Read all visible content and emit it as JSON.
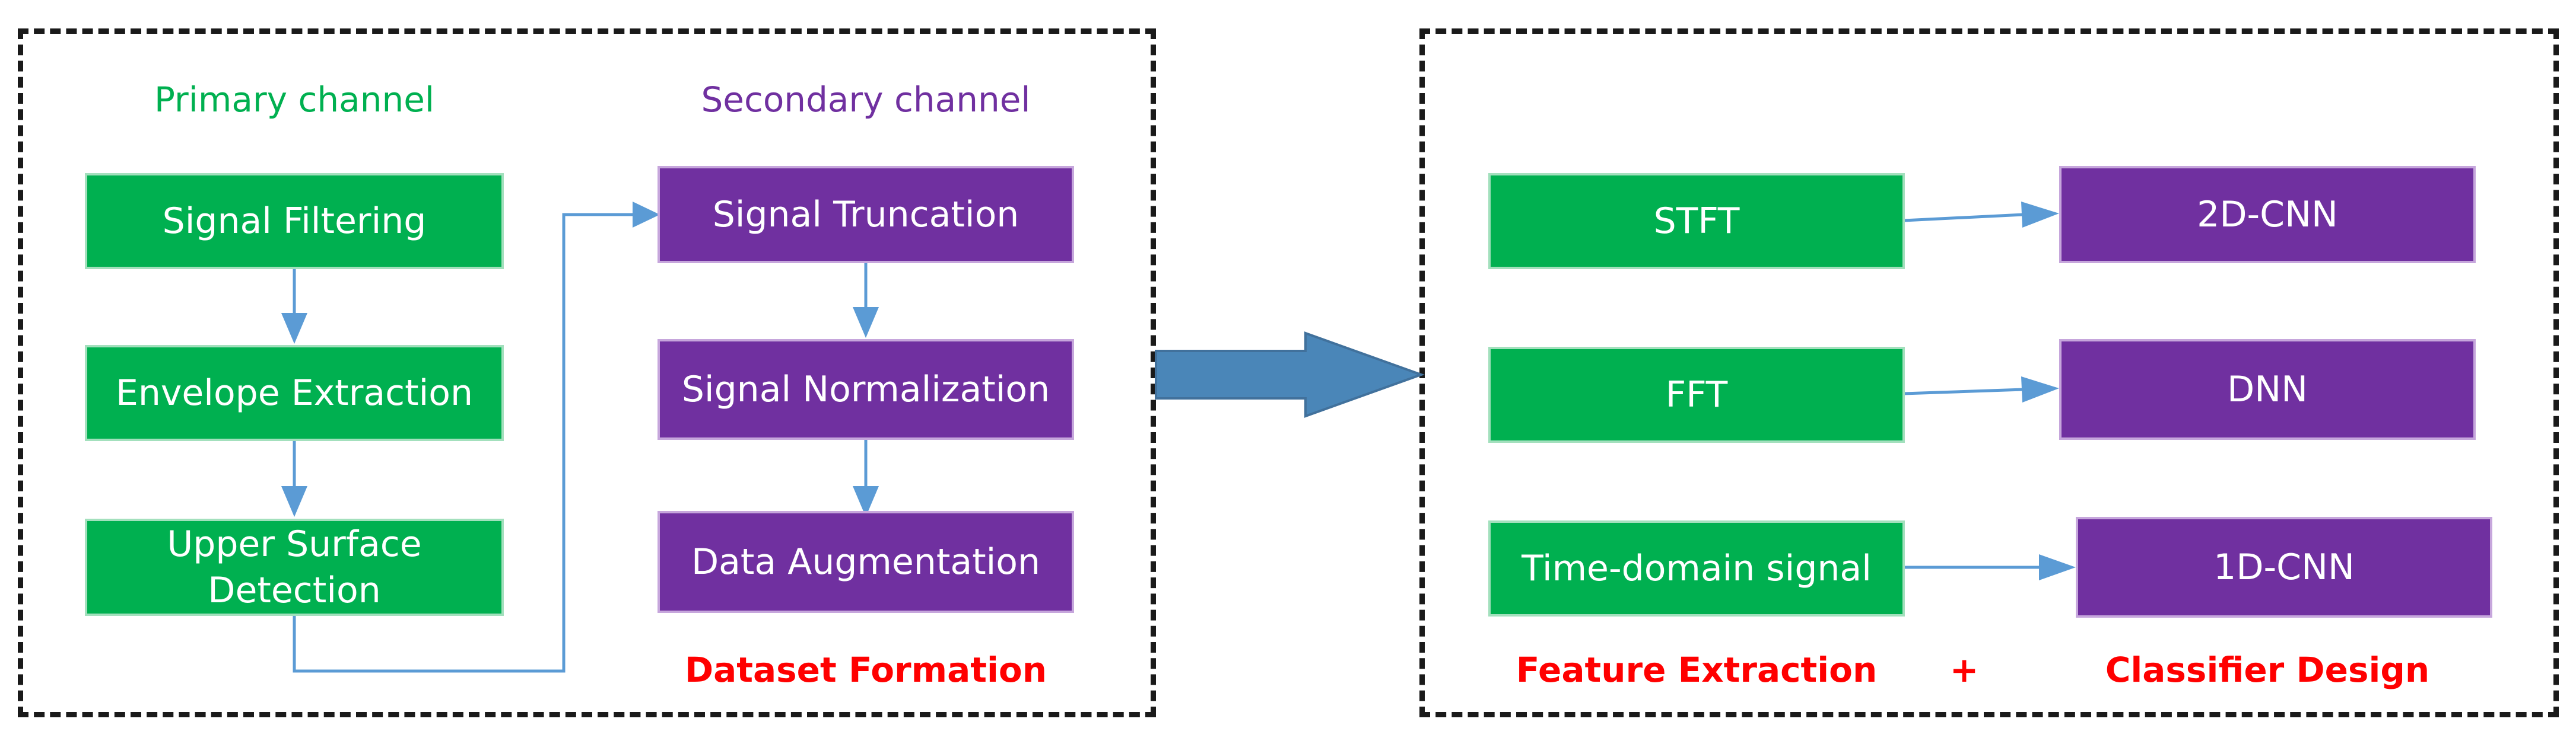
{
  "colors": {
    "green": "#00b050",
    "purple": "#7030a0",
    "red": "#ff0000",
    "arrow": "#5b9bd5",
    "big_arrow": "#4a86b8"
  },
  "left_panel": {
    "primary_label": "Primary channel",
    "secondary_label": "Secondary channel",
    "primary_steps": [
      "Signal Filtering",
      "Envelope Extraction",
      "Upper Surface Detection"
    ],
    "secondary_steps": [
      "Signal Truncation",
      "Signal Normalization",
      "Data Augmentation"
    ],
    "footer": "Dataset Formation"
  },
  "right_panel": {
    "features": [
      "STFT",
      "FFT",
      "Time-domain signal"
    ],
    "classifiers": [
      "2D-CNN",
      "DNN",
      "1D-CNN"
    ],
    "footer_left": "Feature Extraction",
    "footer_plus": "+",
    "footer_right": "Classifier Design"
  }
}
